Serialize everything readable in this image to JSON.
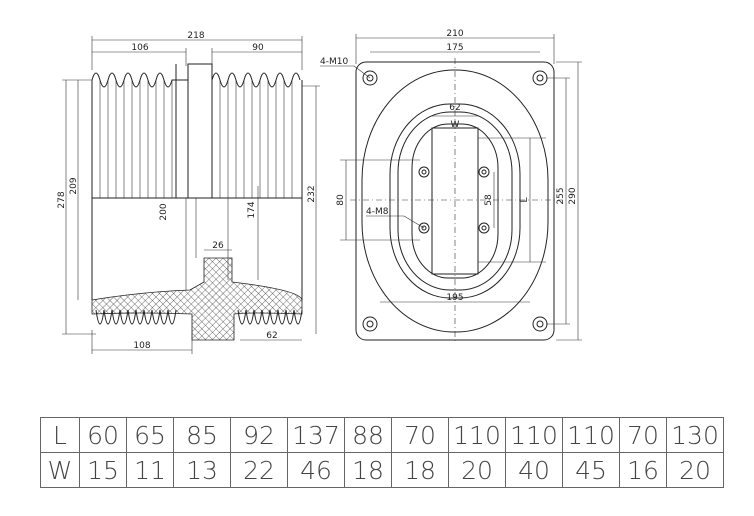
{
  "left_view": {
    "dims": {
      "total_width": "218",
      "left_half": "106",
      "right_half": "90",
      "total_height": "278",
      "body_height": "209",
      "inner_height": "200",
      "insert_height": "174",
      "right_height": "232",
      "insert_width": "26",
      "base_width": "108",
      "base_right": "62"
    }
  },
  "right_view": {
    "dims": {
      "flange_width": "210",
      "hole_spacing_x": "175",
      "bolt_holes": "4-M10",
      "thread_holes": "4-M8",
      "top_w": "62",
      "w_label": "W",
      "inner_h": "80",
      "thread_spacing": "58",
      "l_label": "L",
      "hole_spacing_y": "255",
      "flange_height": "290",
      "bottom_w": "195"
    }
  },
  "table": {
    "row_L": {
      "label": "L",
      "values": [
        "60",
        "65",
        "85",
        "92",
        "137",
        "88",
        "70",
        "110",
        "110",
        "110",
        "70",
        "130"
      ]
    },
    "row_W": {
      "label": "W",
      "values": [
        "15",
        "11",
        "13",
        "22",
        "46",
        "18",
        "18",
        "20",
        "40",
        "45",
        "16",
        "20"
      ]
    }
  }
}
